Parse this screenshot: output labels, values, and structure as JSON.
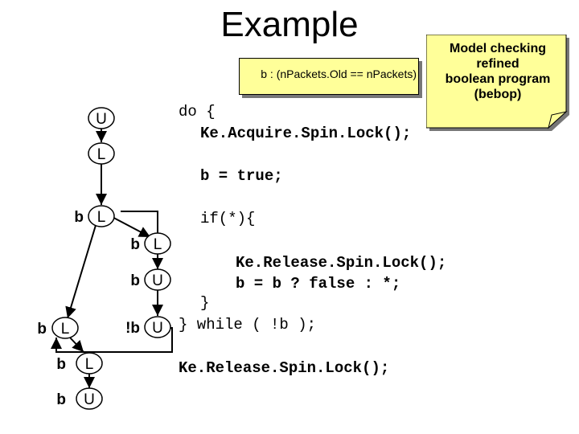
{
  "title": "Example",
  "notes": {
    "predicate": "b : (nPackets.Old == nPackets)",
    "bebop": [
      "Model checking",
      "refined",
      "boolean program",
      "(bebop)"
    ]
  },
  "code": {
    "do_open": "do {",
    "acquire": "Ke.Acquire.Spin.Lock();",
    "assign_true": "b = true;",
    "if_open": "if(*){",
    "release_inner": "Ke.Release.Spin.Lock();",
    "assign_cond": "b = b ? false : *;",
    "brace_close": "}",
    "while_close": "} while ( !b );",
    "release_final": "Ke.Release.Spin.Lock();"
  },
  "graph": {
    "nodes": [
      {
        "label": "U",
        "pred": ""
      },
      {
        "label": "L",
        "pred": ""
      },
      {
        "label": "L",
        "pred": "b"
      },
      {
        "label": "L",
        "pred": "b"
      },
      {
        "label": "U",
        "pred": "b"
      },
      {
        "label": "U",
        "pred": "!b"
      },
      {
        "label": "L",
        "pred": "b"
      },
      {
        "label": "L",
        "pred": "b"
      },
      {
        "label": "U",
        "pred": "b"
      }
    ]
  },
  "colors": {
    "note_fill": "#ffff99",
    "note_shadow": "#777777",
    "stroke": "#000000"
  }
}
